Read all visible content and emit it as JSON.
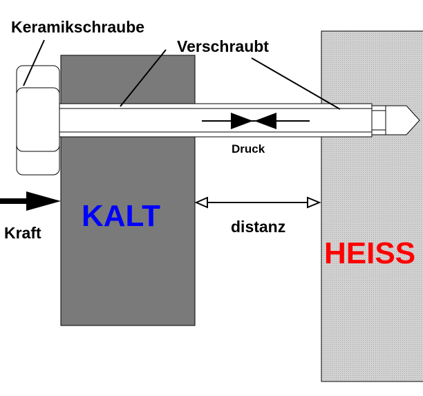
{
  "labels": {
    "ceramic_screw": "Keramikschraube",
    "screwed": "Verschraubt",
    "pressure": "Druck",
    "force": "Kraft",
    "distance": "distanz"
  },
  "blocks": {
    "cold": {
      "label": "KALT",
      "fill": "#7a7a7a",
      "text_color": "#0000ff"
    },
    "hot": {
      "label": "HEISS",
      "fill": "#c6c6c6",
      "text_color": "#ff0000"
    }
  }
}
